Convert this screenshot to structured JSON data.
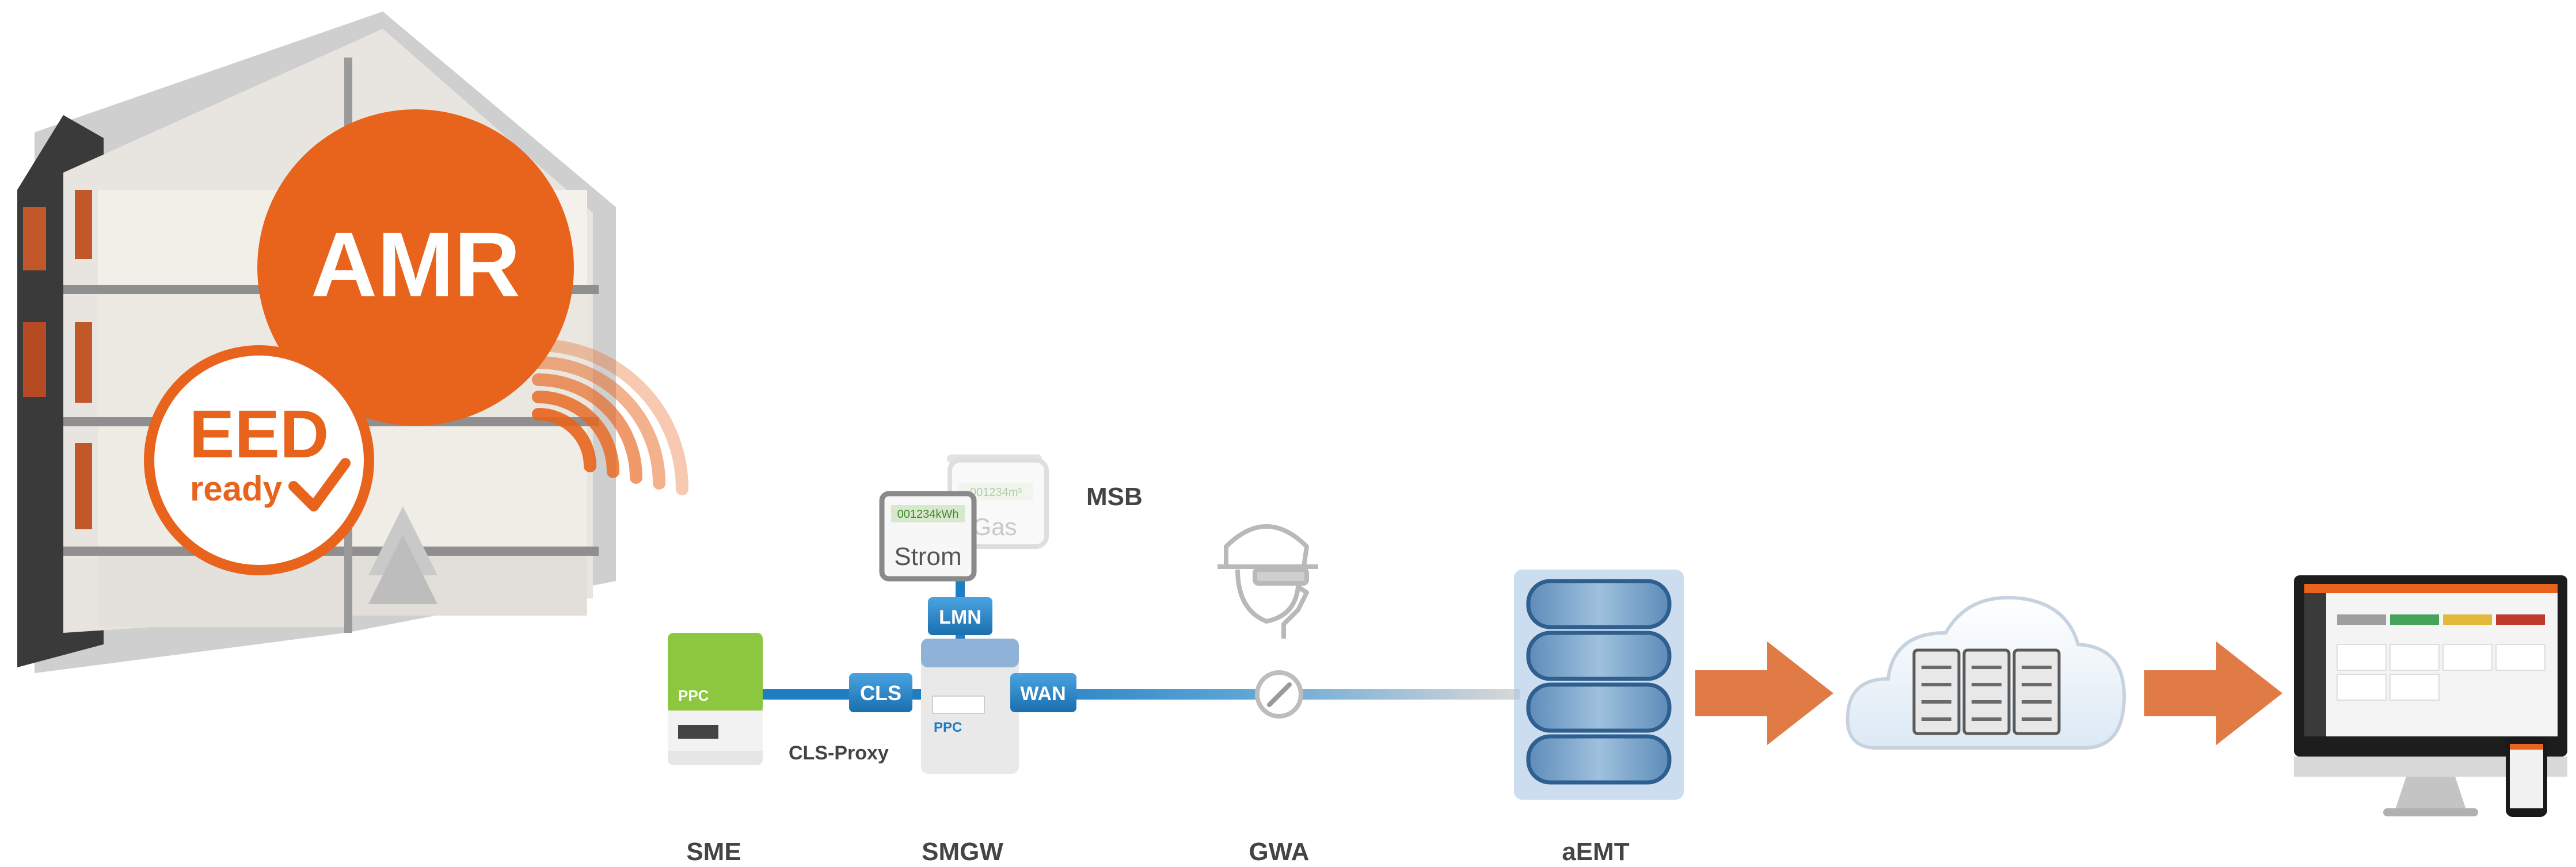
{
  "badges": {
    "amr": "AMR",
    "eed_title": "EED",
    "eed_sub": "ready"
  },
  "connectors": {
    "cls": "CLS",
    "lmn": "LMN",
    "wan": "WAN",
    "cls_proxy": "CLS-Proxy"
  },
  "meters": {
    "strom_reading": "001234kWh",
    "strom_label": "Strom",
    "gas_reading": "001234m³",
    "gas_label": "Gas"
  },
  "device_brand": "PPC",
  "labels": {
    "msb": "MSB",
    "sme": "SME",
    "smgw": "SMGW",
    "gwa": "GWA",
    "aemt": "aEMT"
  },
  "colors": {
    "brand_orange": "#E8641C",
    "arrow_orange": "#E07B45",
    "connector_blue": "#1F7EC2",
    "sme_green": "#8DC63F",
    "database_blue": "#7FA7CC",
    "label_gray": "#444444"
  }
}
